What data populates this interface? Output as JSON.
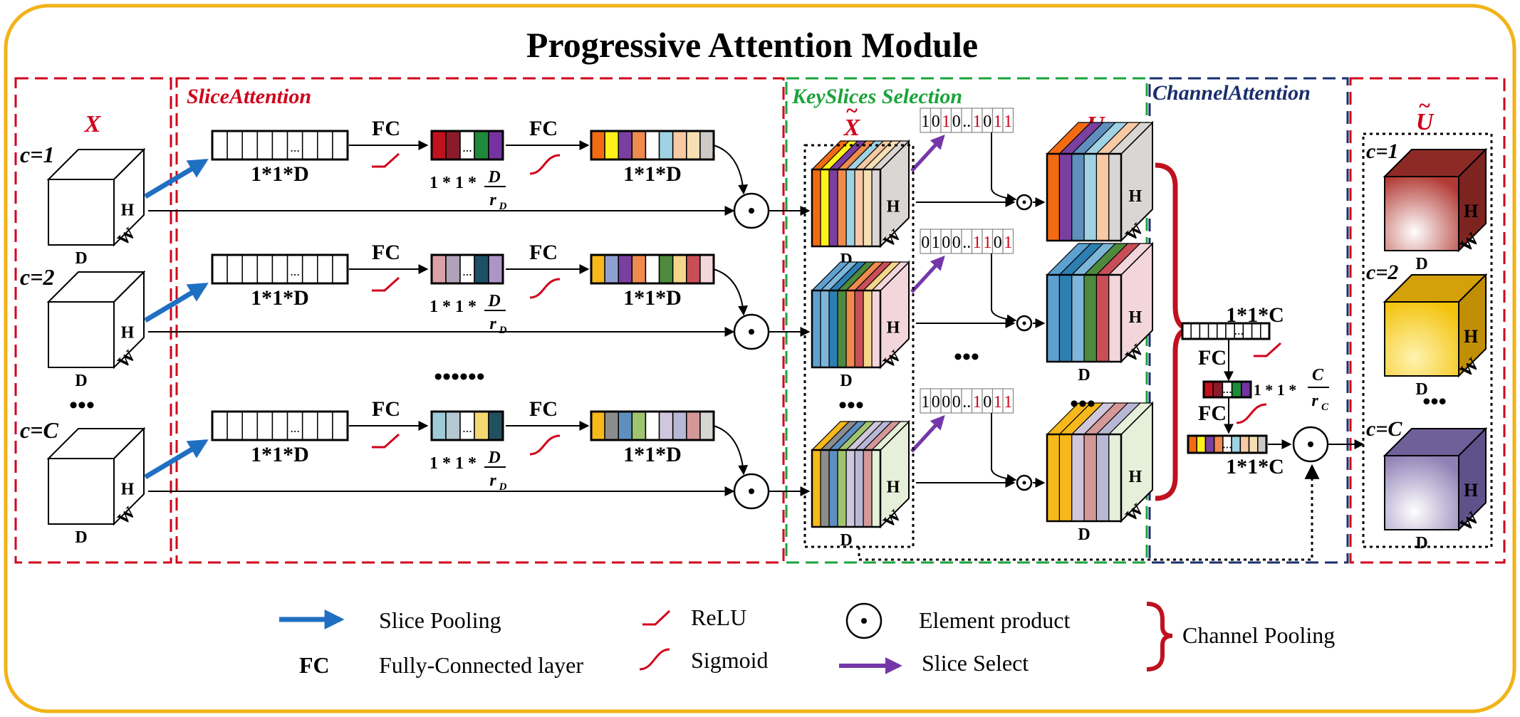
{
  "title": "Progressive Attention Module",
  "sections": {
    "input": "X",
    "slice_attention": "SliceAttention",
    "keyslices": "KeySlices Selection",
    "channel_attention": "ChannelAttention"
  },
  "symbols": {
    "x_tilde": "X",
    "u": "U",
    "u_tilde": "U",
    "tilde": "~"
  },
  "channel_labels": [
    "c=1",
    "c=2",
    "c=C"
  ],
  "dim_labels": {
    "H": "H",
    "W": "W",
    "D": "D"
  },
  "vec_labels": {
    "d_vec": "1*1*D",
    "c_vec": "1*1*C",
    "reduced_prefix": "1 * 1 *",
    "reduced_d_num": "D",
    "reduced_d_den": "r",
    "reduced_d_sub": "D",
    "reduced_c_num": "C",
    "reduced_c_den": "r",
    "reduced_c_sub": "C",
    "vec_ellipsis": "..."
  },
  "fc": "FC",
  "ellipsis_v": "•••",
  "ellipsis_many": "••••••",
  "masks": [
    [
      "1",
      "0",
      "1",
      "0",
      "..",
      "1",
      "0",
      "1",
      "1"
    ],
    [
      "0",
      "1",
      "0",
      "0",
      "..",
      "1",
      "1",
      "0",
      "1"
    ],
    [
      "1",
      "0",
      "0",
      "0",
      "..",
      "1",
      "0",
      "1",
      "1"
    ]
  ],
  "legend": {
    "slice_pooling": "Slice Pooling",
    "fc_abbr": "FC",
    "fc_full": "Fully-Connected layer",
    "relu": "ReLU",
    "sigmoid": "Sigmoid",
    "element_product": "Element product",
    "slice_select": "Slice Select",
    "channel_pooling": "Channel Pooling"
  },
  "colors": {
    "frame": "#f2b318",
    "red": "#d0021b",
    "green": "#1aa33a",
    "navy": "#1a2e6e",
    "blue_arrow": "#1f6fc2",
    "purple_arrow": "#7437a8",
    "cube1": "#b23a34",
    "cube2": "#f3c30c",
    "cube3": "#8e7fb5"
  },
  "slice_palettes": {
    "fc_reduce_1": [
      "#c0111f",
      "#8b1b2b",
      "#ffffff",
      "#1e8a3a",
      "#7433a0"
    ],
    "fc_reduce_2": [
      "#dca1a6",
      "#b0a2b8",
      "#ffffff",
      "#1d4f66",
      "#ac96c8"
    ],
    "fc_reduce_3": [
      "#9fcbd9",
      "#b4c8d2",
      "#ffffff",
      "#f5d873",
      "#23505e"
    ],
    "att_1": [
      "#f26b12",
      "#fff11a",
      "#7b3fa0",
      "#f08b50",
      "#ffffff",
      "#9fd2e3",
      "#f7c9a4",
      "#f6dfb4",
      "#ccc9c7"
    ],
    "att_2": [
      "#f6b81a",
      "#8e9fd2",
      "#7b3fa0",
      "#f08b50",
      "#ffffff",
      "#4e8a3e",
      "#f5d58a",
      "#c84f58",
      "#f3d6dc"
    ],
    "att_3": [
      "#f6b81a",
      "#8c8c8c",
      "#5e8fbf",
      "#9fc46f",
      "#ffffff",
      "#d1c7dc",
      "#b8b8d6",
      "#d49898",
      "#d8d6d2"
    ],
    "key_1": [
      "#f26b12",
      "#fff11a",
      "#7b3fa0",
      "#f08b50",
      "#9fd2e3",
      "#f7c9a4",
      "#f6dfb4",
      "#d9d6d3"
    ],
    "key_2": [
      "#5ea0d0",
      "#7eb6da",
      "#2d7fb2",
      "#4e8a3e",
      "#f08b50",
      "#c84f58",
      "#f5d58a",
      "#f3d6dc"
    ],
    "key_3": [
      "#f6b81a",
      "#8c8c8c",
      "#5e8fbf",
      "#9fc46f",
      "#d1c7dc",
      "#b8b8d6",
      "#d49898",
      "#e6efd9"
    ],
    "u_1": [
      "#f26b12",
      "#7b3fa0",
      "#5e8fbf",
      "#9fd2e3",
      "#f7c9a4",
      "#d9d6d3"
    ],
    "u_2": [
      "#5ea0d0",
      "#2d7fb2",
      "#7eb6da",
      "#4e8a3e",
      "#c84f58",
      "#f3d6dc"
    ],
    "u_3": [
      "#f6b81a",
      "#f6b81a",
      "#d1c7dc",
      "#d49898",
      "#b8b8d6",
      "#e6efd9"
    ],
    "c_reduce": [
      "#c0111f",
      "#8b1b2b",
      "#ffffff",
      "#1e8a3a",
      "#7433a0"
    ],
    "c_att": [
      "#f26b12",
      "#fff11a",
      "#7b3fa0",
      "#f08b50",
      "#ffffff",
      "#9fd2e3",
      "#f7c9a4",
      "#f6dfb4",
      "#ccc9c7"
    ]
  }
}
